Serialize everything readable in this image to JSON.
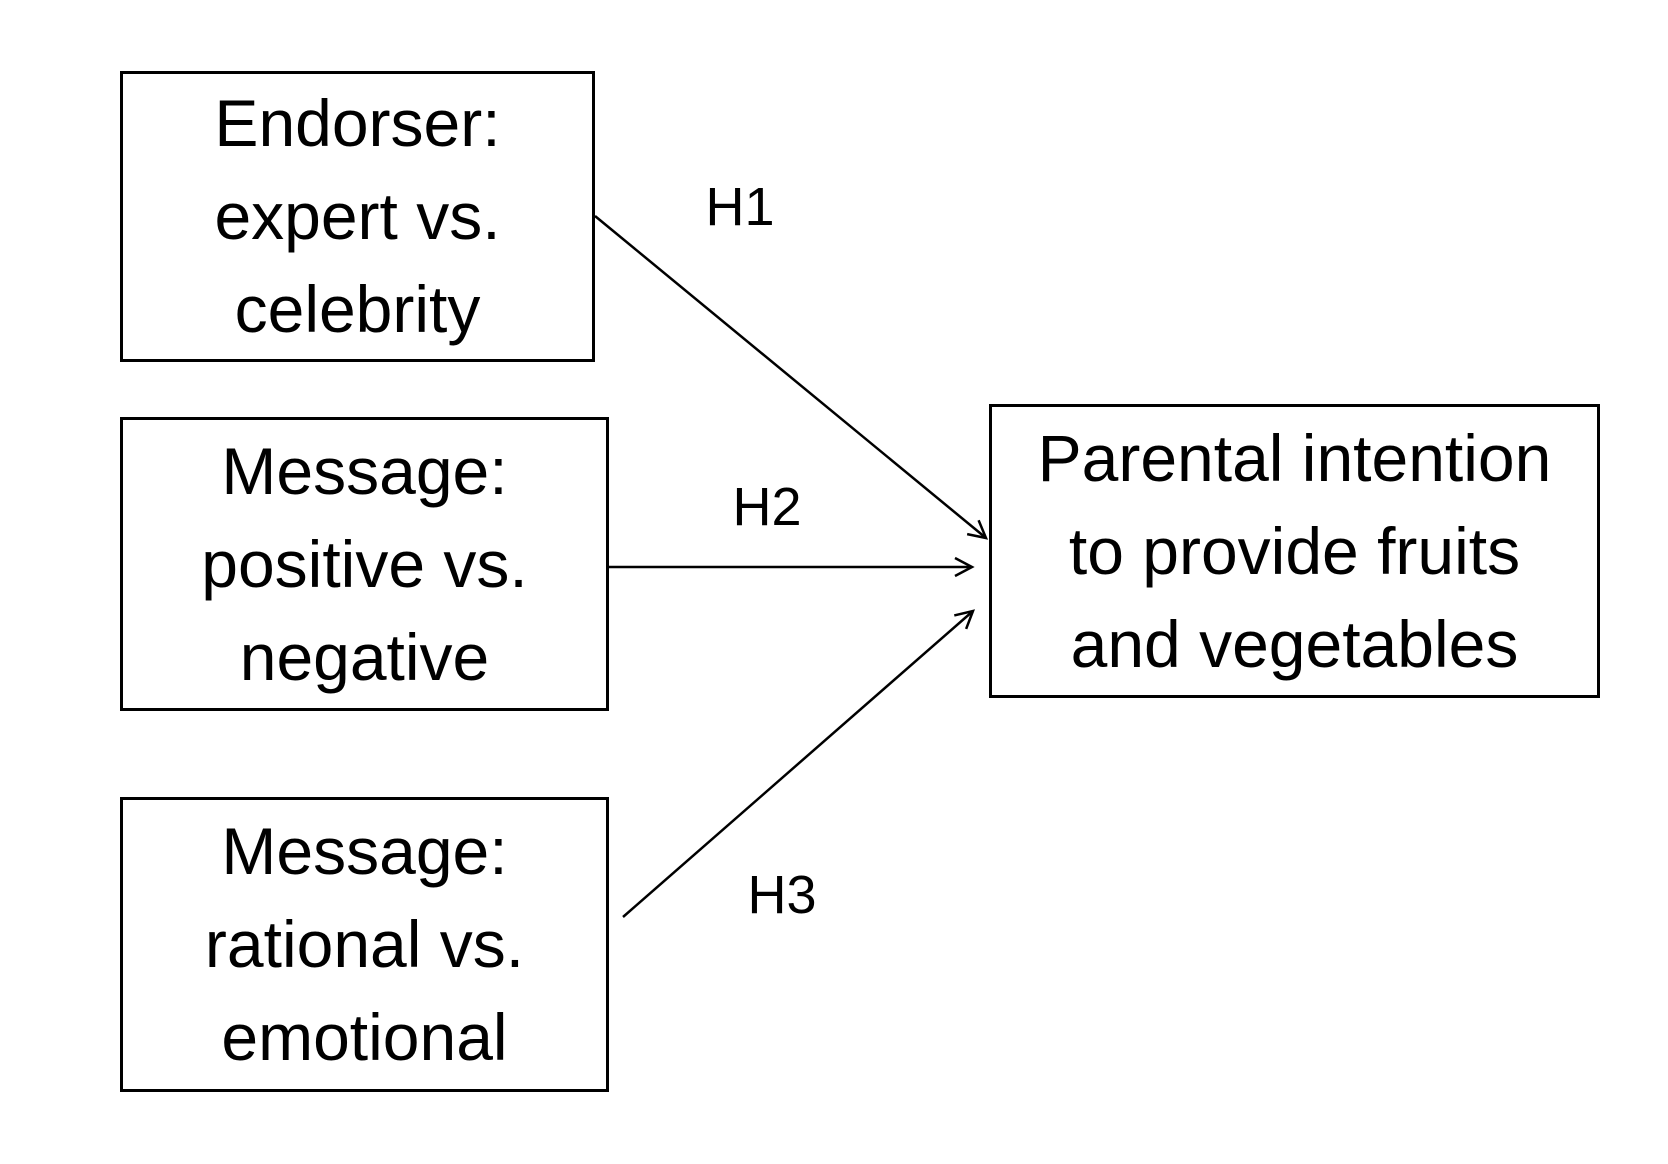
{
  "diagram": {
    "background_color": "#ffffff",
    "line_color": "#000000",
    "text_color": "#000000",
    "nodes": [
      {
        "id": "endorser",
        "lines": [
          "Endorser:",
          "expert vs.",
          "celebrity"
        ]
      },
      {
        "id": "message-valence",
        "lines": [
          "Message:",
          "positive vs.",
          "negative"
        ]
      },
      {
        "id": "message-appeal",
        "lines": [
          "Message:",
          "rational vs.",
          "emotional"
        ]
      },
      {
        "id": "outcome",
        "lines": [
          "Parental intention",
          "to provide fruits",
          "and vegetables"
        ]
      }
    ],
    "edges": [
      {
        "label": "H1",
        "from": "endorser",
        "to": "outcome"
      },
      {
        "label": "H2",
        "from": "message-valence",
        "to": "outcome"
      },
      {
        "label": "H3",
        "from": "message-appeal",
        "to": "outcome"
      }
    ]
  }
}
